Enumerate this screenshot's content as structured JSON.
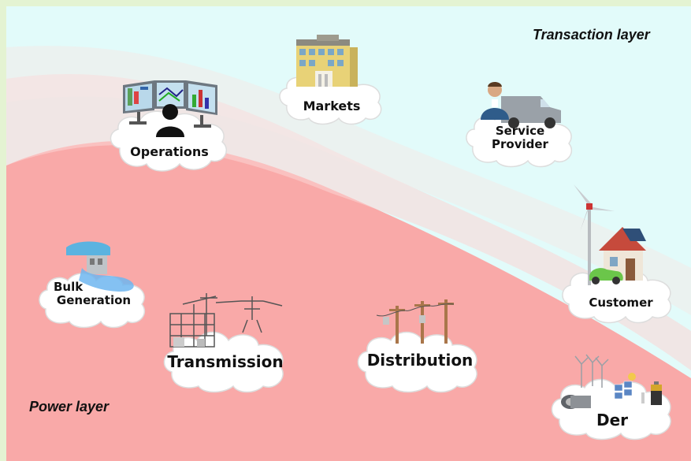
{
  "layers": {
    "transaction": "Transaction layer",
    "power": "Power layer"
  },
  "nodes": {
    "operations": {
      "label": "Operations",
      "icon": "control-monitors-icon"
    },
    "markets": {
      "label": "Markets",
      "icon": "building-icon"
    },
    "service_provider": {
      "label_line1": "Service",
      "label_line2": "Provider",
      "icon": "person-truck-icon"
    },
    "customer": {
      "label": "Customer",
      "icon": "house-windturbine-icon"
    },
    "bulk_generation": {
      "label_line1": "Bulk",
      "label_line2": "Generation",
      "icon": "dam-icon"
    },
    "transmission": {
      "label": "Transmission",
      "icon": "substation-tower-icon"
    },
    "distribution": {
      "label": "Distribution",
      "icon": "utility-poles-icon"
    },
    "der": {
      "label": "Der",
      "icon": "der-assets-icon"
    }
  },
  "colors": {
    "transaction_bg": "#e2fbfa",
    "power_bg": "#f9a9a8",
    "frame": "#e4f3d2",
    "cloud": "#ffffff"
  }
}
